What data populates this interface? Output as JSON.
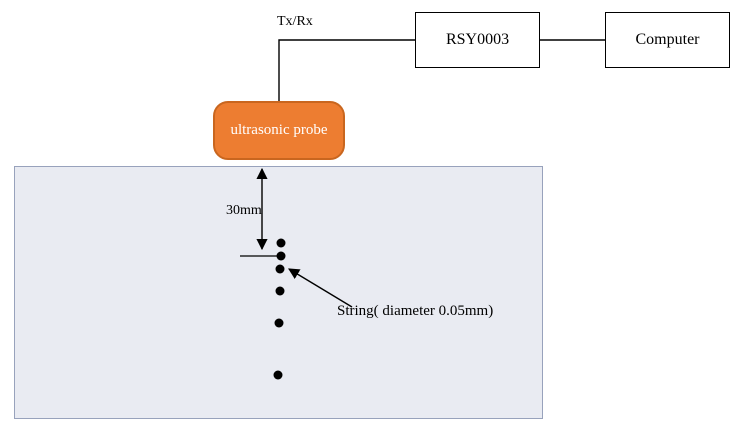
{
  "diagram": {
    "tx_rx_label": "Tx/Rx",
    "instrument_label": "RSY0003",
    "computer_label": "Computer",
    "probe_label": "ultrasonic probe",
    "depth_label": "30mm",
    "string_label": "String( diameter 0.05mm)"
  },
  "colors": {
    "probe_fill": "#ED7D31",
    "probe_border": "#c9661f",
    "tank_fill": "#e9ebf2",
    "tank_border": "#98a2bc",
    "line_color": "#000000"
  }
}
